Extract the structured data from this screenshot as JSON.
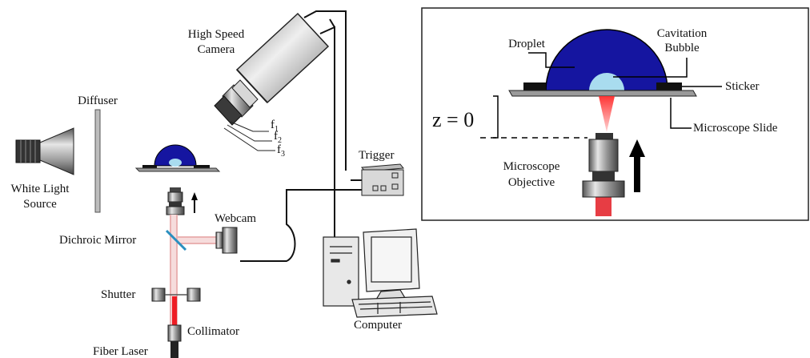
{
  "labels": {
    "high_speed_camera": [
      "High Speed",
      "Camera"
    ],
    "diffuser": "Diffuser",
    "white_light_source": [
      "White Light",
      "Source"
    ],
    "f1": "f",
    "f1_sub": "1",
    "f2": "f",
    "f2_sub": "2",
    "f3": "f",
    "f3_sub": "3",
    "trigger": "Trigger",
    "webcam": "Webcam",
    "dichroic_mirror": "Dichroic Mirror",
    "shutter": "Shutter",
    "collimator": "Collimator",
    "fiber_laser": "Fiber Laser",
    "computer": "Computer",
    "inset_droplet": "Droplet",
    "inset_cavitation_bubble": [
      "Cavitation",
      "Bubble"
    ],
    "inset_sticker": "Sticker",
    "inset_z": "z = 0",
    "inset_microscope_slide": "Microscope Slide",
    "inset_microscope_objective": [
      "Microscope",
      "Objective"
    ]
  },
  "colors": {
    "droplet": "#1515a0",
    "bubble": "#a9dcef",
    "laser": "#e31b23",
    "beam": "#f2c6c6",
    "metal_dark": "#3a3a3a",
    "metal_light": "#cfcfcf"
  }
}
